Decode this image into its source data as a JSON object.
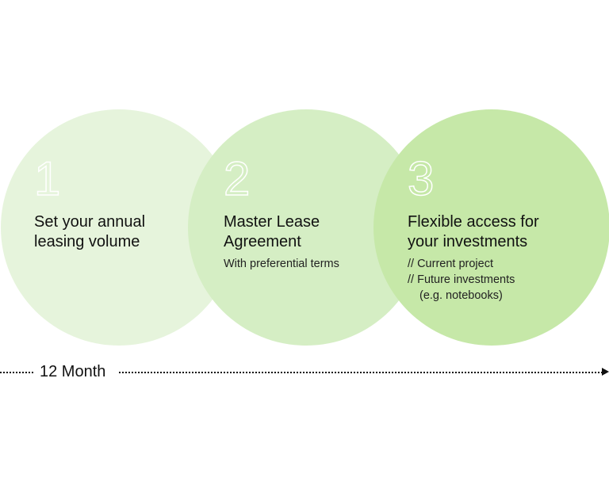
{
  "steps": [
    {
      "number": "1",
      "title_lines": [
        "Set your annual",
        "leasing volume"
      ]
    },
    {
      "number": "2",
      "title_lines": [
        "Master Lease",
        "Agreement"
      ],
      "subtitle": "With preferential terms"
    },
    {
      "number": "3",
      "title_lines": [
        "Flexible access for",
        "your investments"
      ],
      "bullets": [
        "// Current project",
        "// Future investments",
        "(e.g. notebooks)"
      ]
    }
  ],
  "timeline": {
    "label": "12 Month"
  },
  "colors": {
    "circle1": "#e6f4dc",
    "circle2": "#d5eec4",
    "circle3": "#c6e8a8"
  }
}
